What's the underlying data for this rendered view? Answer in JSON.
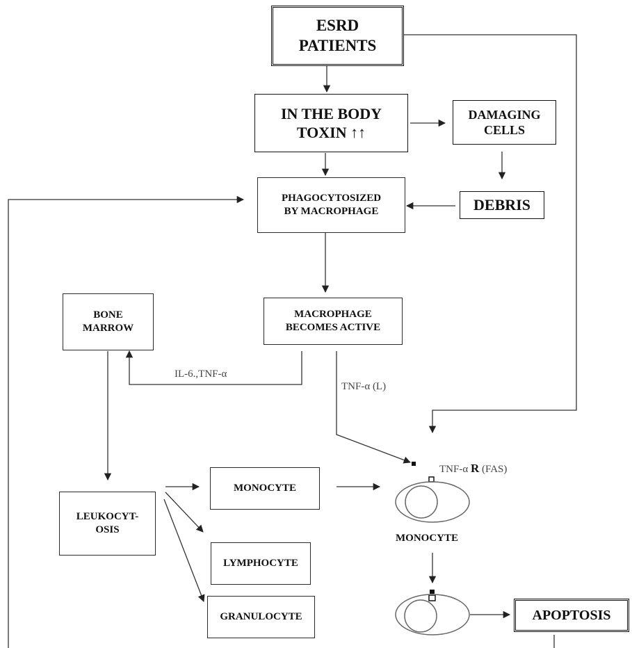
{
  "boxes": {
    "esrd": {
      "line1": "ESRD",
      "line2": "PATIENTS"
    },
    "body_toxin": {
      "line1": "IN THE BODY",
      "line2": "TOXIN ↑↑"
    },
    "damaging": {
      "line1": "DAMAGING",
      "line2": "CELLS"
    },
    "phago": {
      "line1": "PHAGOCYTOSIZED",
      "line2": "BY MACROPHAGE"
    },
    "debris": {
      "line1": "DEBRIS"
    },
    "bone_marrow": {
      "line1": "BONE",
      "line2": "MARROW"
    },
    "macro_active": {
      "line1": "MACROPHAGE",
      "line2": "BECOMES ACTIVE"
    },
    "leuko": {
      "line1": "LEUKOCYT-",
      "line2": "OSIS"
    },
    "monocyte": {
      "line1": "MONOCYTE"
    },
    "lymphocyte": {
      "line1": "LYMPHOCYTE"
    },
    "granulocyte": {
      "line1": "GRANULOCYTE"
    },
    "apoptosis": {
      "line1": "APOPTOSIS"
    }
  },
  "labels": {
    "il6": "IL-6.,TNF-α",
    "tnf_l": "TNF-α (L)",
    "tnf_r_prefix": "TNF-α",
    "tnf_r_bold": "R",
    "tnf_r_suffix": "(FAS)",
    "monocyte_cell": "MONOCYTE"
  }
}
